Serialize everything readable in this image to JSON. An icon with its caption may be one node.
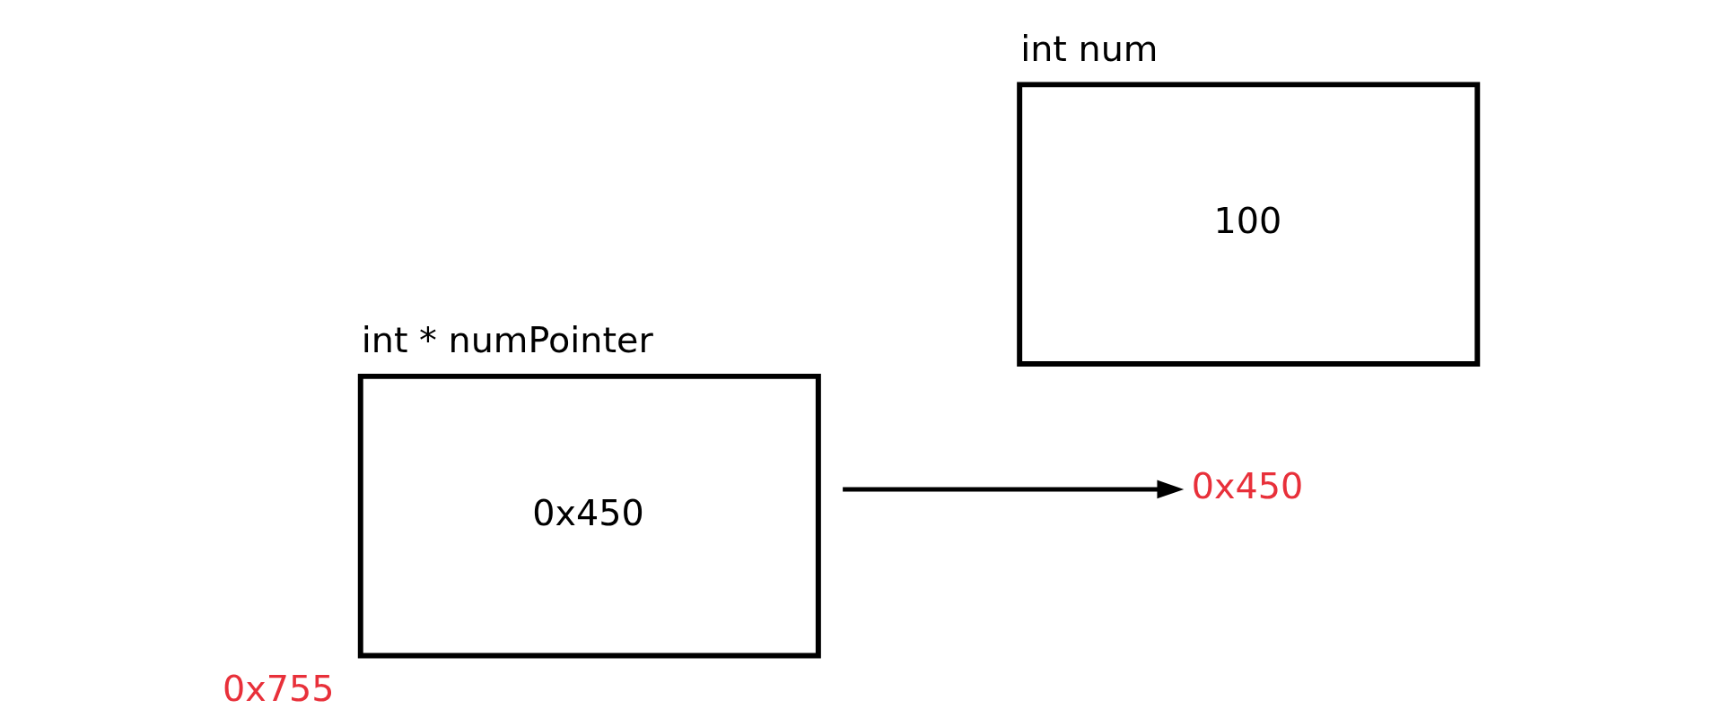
{
  "diagram": {
    "nodes": [
      {
        "text": [
          "int * numPointer",
          "0x450"
        ],
        "beside": [
          "0x755"
        ]
      },
      {
        "text": [
          "int num",
          "100"
        ]
      },
      {
        "text": [
          "0x450"
        ]
      }
    ],
    "edges": [
      {
        "from": 0,
        "to": 2,
        "arrow": "to"
      }
    ]
  }
}
